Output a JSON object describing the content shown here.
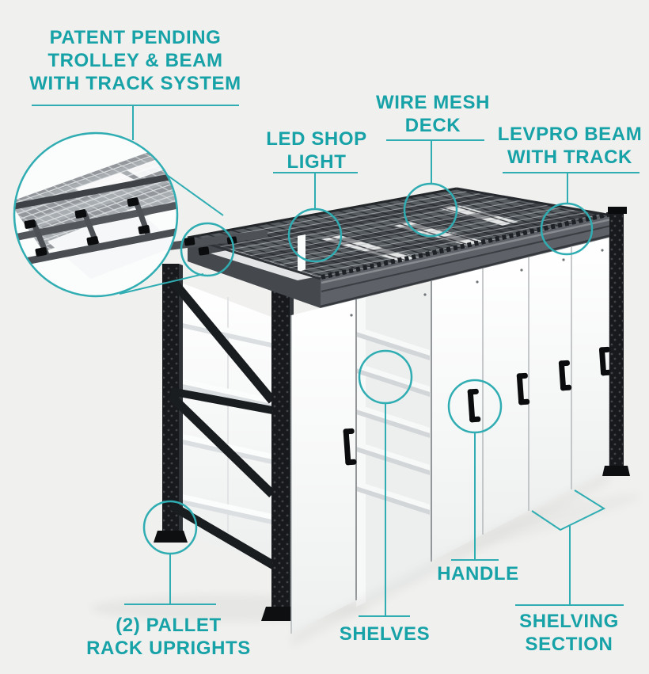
{
  "colors": {
    "accent_text": "#17a2a8",
    "accent_line": "#2fadb2",
    "background": "#f0f0ee",
    "rack_black": "#17191c",
    "beam_gray": "#5e6268",
    "deck_gray": "#565b60",
    "panel_white": "#fdfdfd"
  },
  "callouts": {
    "trolley_beam_track": {
      "lines": [
        "PATENT PENDING",
        "TROLLEY & BEAM",
        "WITH TRACK SYSTEM"
      ]
    },
    "led_shop_light": {
      "lines": [
        "LED SHOP",
        "LIGHT"
      ]
    },
    "wire_mesh_deck": {
      "lines": [
        "WIRE MESH",
        "DECK"
      ]
    },
    "levpro_beam": {
      "lines": [
        "LEVPRO BEAM",
        "WITH TRACK"
      ]
    },
    "pallet_rack_uprights": {
      "lines": [
        "(2) PALLET",
        "RACK UPRIGHTS"
      ]
    },
    "shelves": {
      "lines": [
        "SHELVES"
      ]
    },
    "handle": {
      "lines": [
        "HANDLE"
      ]
    },
    "shelving_section": {
      "lines": [
        "SHELVING",
        "SECTION"
      ]
    }
  }
}
